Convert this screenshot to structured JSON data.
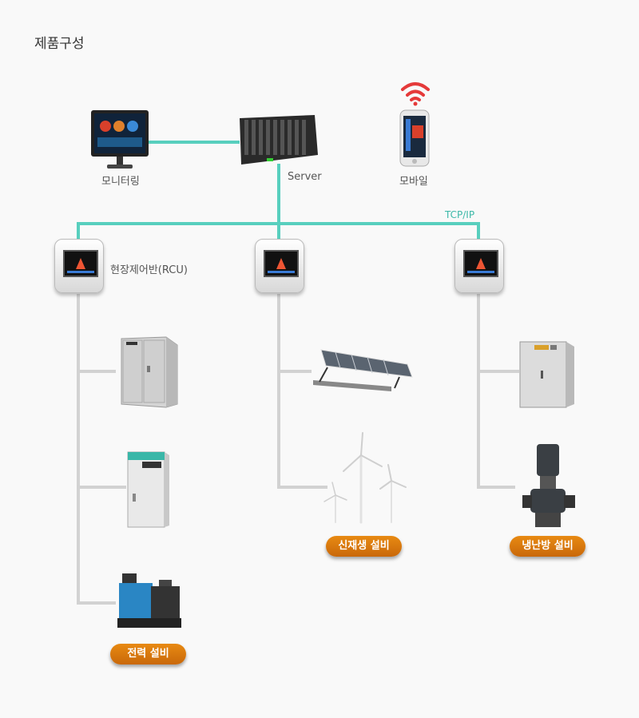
{
  "title": "제품구성",
  "nodes": {
    "monitoring": "모니터링",
    "server": "Server",
    "mobile": "모바일",
    "rcu": "현장제어반(RCU)",
    "network": "TCP/IP"
  },
  "categories": {
    "power": "전력 설비",
    "renewable": "신재생 설비",
    "hvac": "냉난방 설비"
  },
  "colors": {
    "network_line": "#3cc8b4",
    "branch_line": "#d2d2d2",
    "badge": "#d9750d"
  }
}
